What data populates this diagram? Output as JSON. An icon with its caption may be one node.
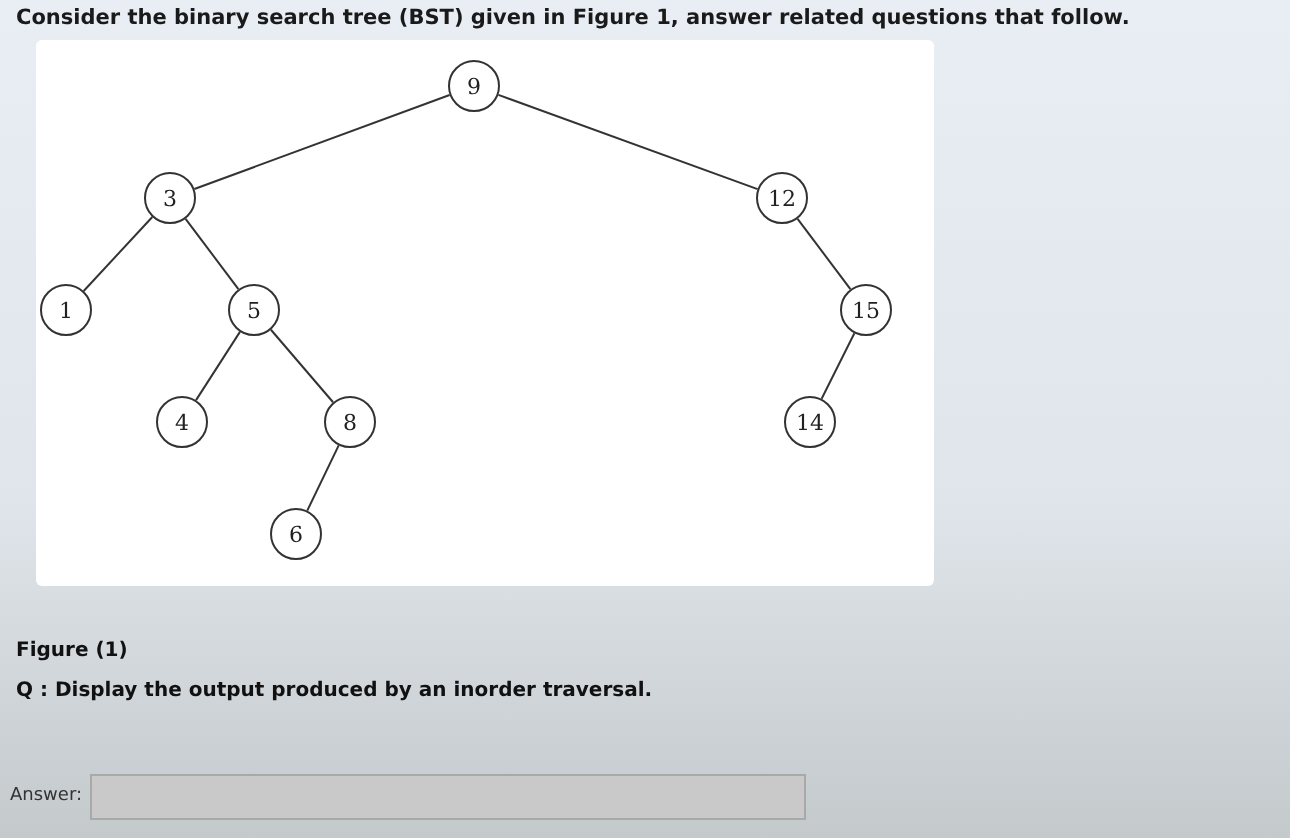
{
  "diagram": {
    "title": "Consider the binary search tree (BST) given in Figure 1, answer related questions that follow.",
    "nodes": [
      {
        "text": [
          "9"
        ]
      },
      {
        "text": [
          "3"
        ]
      },
      {
        "text": [
          "1"
        ]
      },
      {
        "text": [
          "5"
        ]
      },
      {
        "text": [
          "4"
        ]
      },
      {
        "text": [
          "8"
        ]
      },
      {
        "text": [
          "6"
        ]
      },
      {
        "text": [
          "12"
        ]
      },
      {
        "text": [
          "15"
        ]
      },
      {
        "text": [
          "14"
        ]
      }
    ],
    "edges": [
      {
        "from": 0,
        "to": 1,
        "arrow": "none"
      },
      {
        "from": 0,
        "to": 7,
        "arrow": "none"
      },
      {
        "from": 1,
        "to": 2,
        "arrow": "none"
      },
      {
        "from": 1,
        "to": 3,
        "arrow": "none"
      },
      {
        "from": 3,
        "to": 4,
        "arrow": "none"
      },
      {
        "from": 3,
        "to": 5,
        "arrow": "none"
      },
      {
        "from": 5,
        "to": 6,
        "arrow": "none"
      },
      {
        "from": 7,
        "to": 8,
        "arrow": "none"
      },
      {
        "from": 8,
        "to": 9,
        "arrow": "none"
      }
    ],
    "labels": [
      "Figure (1)",
      "Q : Display the output produced by an inorder traversal.",
      "Answer:"
    ]
  }
}
